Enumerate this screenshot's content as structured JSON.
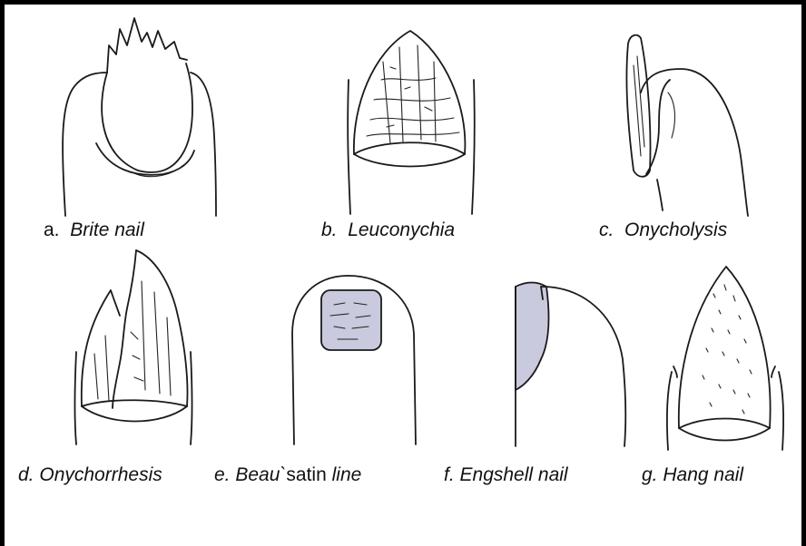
{
  "figures": [
    {
      "letter": "a.",
      "name": "Brite nail"
    },
    {
      "letter": "b.",
      "name": "Leuconychia"
    },
    {
      "letter": "c.",
      "name": "Onycholysis"
    },
    {
      "letter": "d.",
      "name": "Onychorrhesis"
    },
    {
      "letter": "e.",
      "name_pre": "Beau`",
      "name_mid": "satin",
      "name_post": "line"
    },
    {
      "letter": "f.",
      "name": "Engshell nail"
    },
    {
      "letter": "g.",
      "name": "Hang nail"
    }
  ],
  "colors": {
    "line": "#1a1a1a",
    "shading": "#2a2a2a",
    "patch": "#c9cadd"
  }
}
